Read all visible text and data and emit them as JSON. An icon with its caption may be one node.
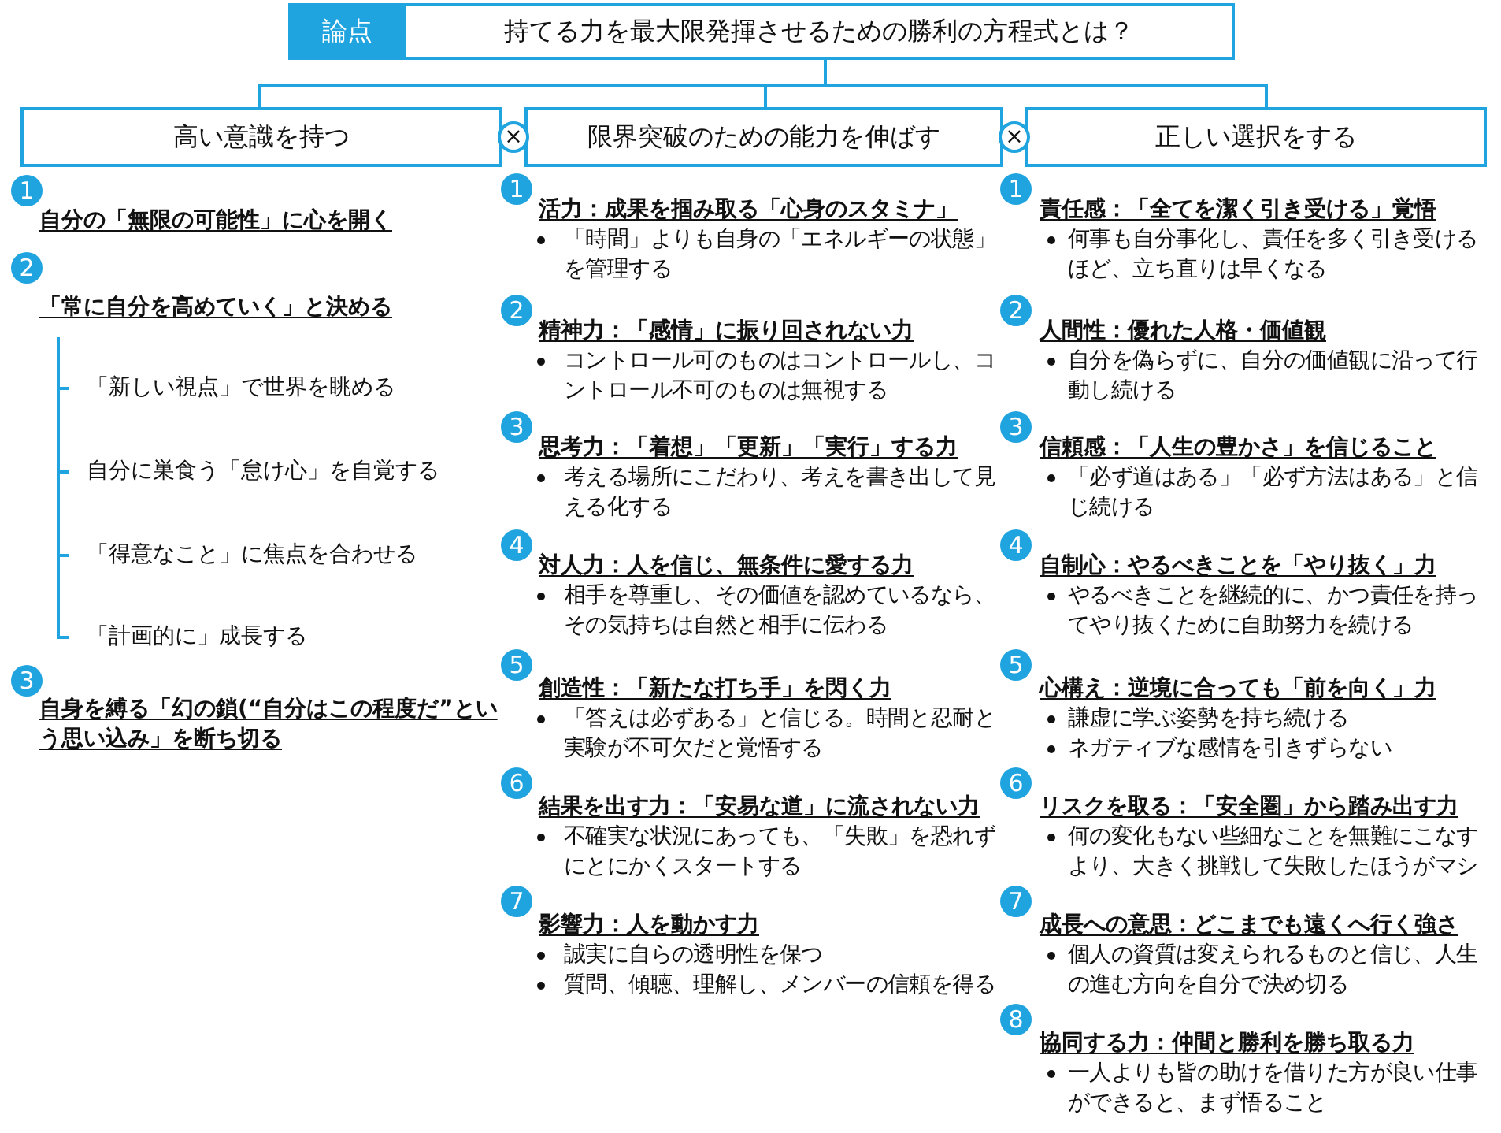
{
  "diagram": {
    "nodes": [
      {
        "text": [
          "論点",
          "持てる力を最大限発揮させるための勝利の方程式とは？"
        ]
      },
      {
        "text": [
          "高い意識を持つ"
        ]
      },
      {
        "text": [
          "×"
        ]
      },
      {
        "text": [
          "限界突破のための能力を伸ばす"
        ]
      },
      {
        "text": [
          "×"
        ]
      },
      {
        "text": [
          "正しい選択をする"
        ]
      },
      {
        "text": [
          "1"
        ],
        "beside": [
          "自分の「無限の可能性」に心を開く"
        ]
      },
      {
        "text": [
          "2"
        ],
        "beside": [
          "「常に自分を高めていく」と決める",
          "「新しい視点」で世界を眺める",
          "自分に巣食う「怠け心」を自覚する",
          "「得意なこと」に焦点を合わせる",
          "「計画的に」成長する"
        ]
      },
      {
        "text": [
          "3"
        ],
        "beside": [
          "自身を縛る「幻の鎖(“自分はこの程度だ”という思い込み」を断ち切る"
        ]
      },
      {
        "text": [
          "1"
        ],
        "beside": [
          "活力：成果を掴み取る「心身のスタミナ」",
          "「時間」よりも自身の「エネルギーの状態」を管理する"
        ]
      },
      {
        "text": [
          "2"
        ],
        "beside": [
          "精神力：「感情」に振り回されない力",
          "コントロール可のものはコントロールし、コントロール不可のものは無視する"
        ]
      },
      {
        "text": [
          "3"
        ],
        "beside": [
          "思考力：「着想」「更新」「実行」する力",
          "考える場所にこだわり、考えを書き出して見える化する"
        ]
      },
      {
        "text": [
          "4"
        ],
        "beside": [
          "対人力：人を信じ、無条件に愛する力",
          "相手を尊重し、その価値を認めているなら、その気持ちは自然と相手に伝わる"
        ]
      },
      {
        "text": [
          "5"
        ],
        "beside": [
          "創造性：「新たな打ち手」を閃く力",
          "「答えは必ずある」と信じる。時間と忍耐と実験が不可欠だと覚悟する"
        ]
      },
      {
        "text": [
          "6"
        ],
        "beside": [
          "結果を出す力：「安易な道」に流されない力",
          "不確実な状況にあっても、「失敗」を恐れずにとにかくスタートする"
        ]
      },
      {
        "text": [
          "7"
        ],
        "beside": [
          "影響力：人を動かす力",
          "誠実に自らの透明性を保つ",
          "質問、傾聴、理解し、メンバーの信頼を得る"
        ]
      },
      {
        "text": [
          "1"
        ],
        "beside": [
          "責任感：「全てを潔く引き受ける」覚悟",
          "何事も自分事化し、責任を多く引き受けるほど、立ち直りは早くなる"
        ]
      },
      {
        "text": [
          "2"
        ],
        "beside": [
          "人間性：優れた人格・価値観",
          "自分を偽らずに、自分の価値観に沿って行動し続ける"
        ]
      },
      {
        "text": [
          "3"
        ],
        "beside": [
          "信頼感：「人生の豊かさ」を信じること",
          "「必ず道はある」「必ず方法はある」と信じ続ける"
        ]
      },
      {
        "text": [
          "4"
        ],
        "beside": [
          "自制心：やるべきことを「やり抜く」力",
          "やるべきことを継続的に、かつ責任を持ってやり抜くために自助努力を続ける"
        ]
      },
      {
        "text": [
          "5"
        ],
        "beside": [
          "心構え：逆境に合っても「前を向く」力",
          "謙虚に学ぶ姿勢を持ち続ける",
          "ネガティブな感情を引きずらない"
        ]
      },
      {
        "text": [
          "6"
        ],
        "beside": [
          "リスクを取る：「安全圏」から踏み出す力",
          "何の変化もない些細なことを無難にこなすより、大きく挑戦して失敗したほうがマシ"
        ]
      },
      {
        "text": [
          "7"
        ],
        "beside": [
          "成長への意思：どこまでも遠くへ行く強さ",
          "個人の資質は変えられるものと信じ、人生の進む方向を自分で決め切る"
        ]
      },
      {
        "text": [
          "8"
        ],
        "beside": [
          "協同する力：仲間と勝利を勝ち取る力",
          "一人よりも皆の助けを借りた方が良い仕事ができると、まず悟ること"
        ]
      }
    ],
    "edges": [
      {
        "from": 0,
        "to": 1,
        "arrow": "none"
      },
      {
        "from": 0,
        "to": 3,
        "arrow": "none"
      },
      {
        "from": 0,
        "to": 5,
        "arrow": "none"
      }
    ]
  }
}
